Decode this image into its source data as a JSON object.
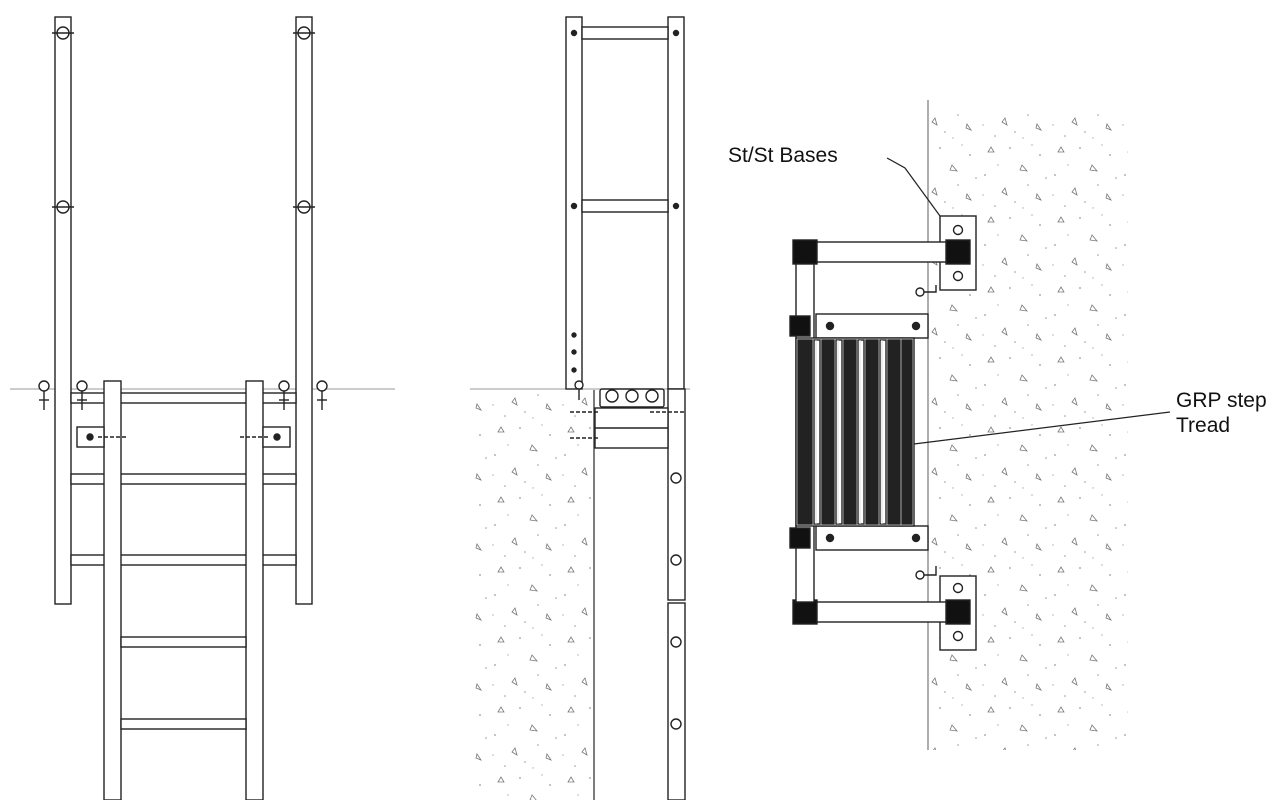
{
  "labels": {
    "bases": "St/St Bases",
    "grp_line1": "GRP step",
    "grp_line2": "Tread"
  },
  "colors": {
    "line": "#222222",
    "fill": "#ffffff",
    "black": "#111111",
    "grey": "#9a9a9a"
  }
}
